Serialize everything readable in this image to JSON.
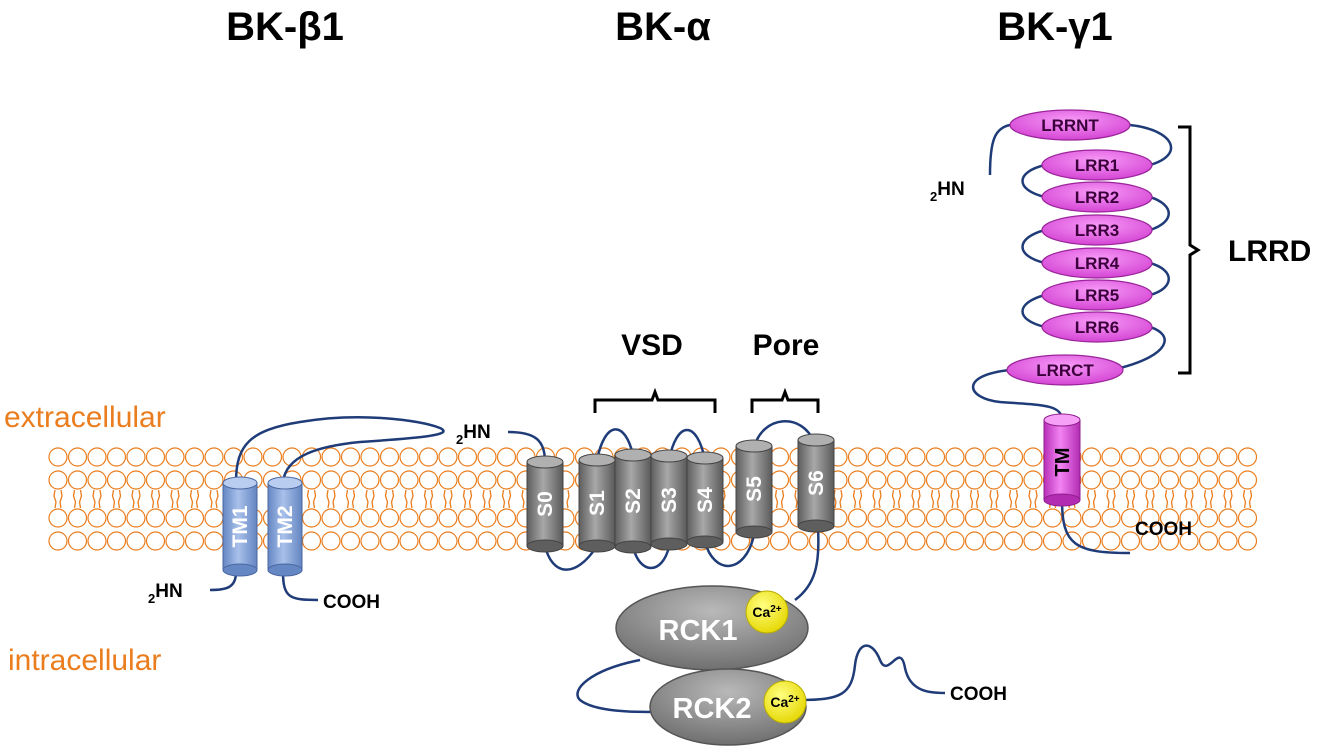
{
  "titles": {
    "beta": "BK-β1",
    "alpha": "BK-α",
    "gamma": "BK-γ1"
  },
  "regions": {
    "extracellular": "extracellular",
    "intracellular": "intracellular"
  },
  "beta1": {
    "segments": [
      "TM1",
      "TM2"
    ],
    "n_term": "HN",
    "n_sub": "2",
    "c_term": "COOH"
  },
  "alpha": {
    "segments": [
      "S0",
      "S1",
      "S2",
      "S3",
      "S4",
      "S5",
      "S6"
    ],
    "vsd": "VSD",
    "pore": "Pore",
    "n_term": "HN",
    "n_sub": "2",
    "rck1": "RCK1",
    "rck2": "RCK2",
    "ca_base": "Ca",
    "ca_sup": "2+",
    "c_term": "COOH"
  },
  "gamma1": {
    "lrr": [
      "LRRNT",
      "LRR1",
      "LRR2",
      "LRR3",
      "LRR4",
      "LRR5",
      "LRR6",
      "LRRCT"
    ],
    "tm": "TM",
    "lrrd": "LRRD",
    "n_term": "HN",
    "n_sub": "2",
    "c_term": "COOH"
  },
  "colors": {
    "membrane": "#ea7d1e",
    "beta_helix": "#7f9fd3",
    "alpha_helix": "#7a7a7a",
    "gamma": "#e650e6",
    "linker": "#1f3c78",
    "calcium": "#f5ea00"
  }
}
